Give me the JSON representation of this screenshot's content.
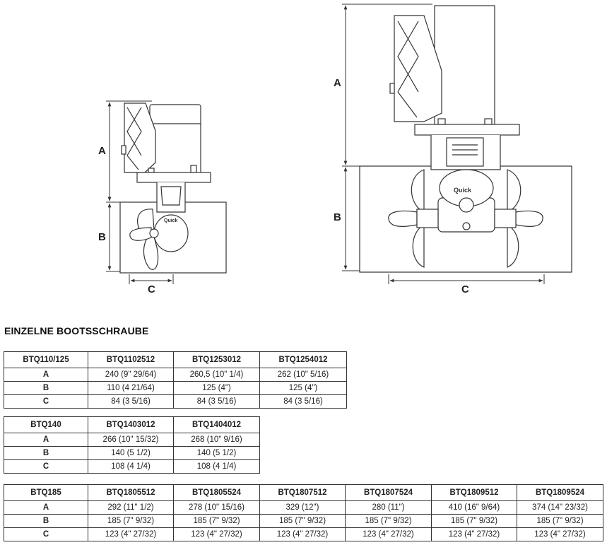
{
  "heading": "EINZELNE BOOTSSCHRAUBE",
  "drawing_labels": {
    "a": "A",
    "b": "B",
    "c": "C"
  },
  "tables": [
    {
      "model": "BTQ110/125",
      "columns": [
        "BTQ1102512",
        "BTQ1253012",
        "BTQ1254012"
      ],
      "rows": [
        {
          "label": "A",
          "values": [
            "240 (9\" 29/64)",
            "260,5 (10\" 1/4)",
            "262 (10\" 5/16)"
          ]
        },
        {
          "label": "B",
          "values": [
            "110 (4 21/64)",
            "125 (4\")",
            "125 (4\")"
          ]
        },
        {
          "label": "C",
          "values": [
            "84 (3 5/16)",
            "84 (3 5/16)",
            "84 (3 5/16)"
          ]
        }
      ]
    },
    {
      "model": "BTQ140",
      "columns": [
        "BTQ1403012",
        "BTQ1404012"
      ],
      "rows": [
        {
          "label": "A",
          "values": [
            "266 (10\" 15/32)",
            "268 (10\" 9/16)"
          ]
        },
        {
          "label": "B",
          "values": [
            "140 (5 1/2)",
            "140 (5 1/2)"
          ]
        },
        {
          "label": "C",
          "values": [
            "108 (4 1/4)",
            "108 (4 1/4)"
          ]
        }
      ]
    },
    {
      "model": "BTQ185",
      "columns": [
        "BTQ1805512",
        "BTQ1805524",
        "BTQ1807512",
        "BTQ1807524",
        "BTQ1809512",
        "BTQ1809524"
      ],
      "rows": [
        {
          "label": "A",
          "values": [
            "292 (11\" 1/2)",
            "278 (10\" 15/16)",
            "329 (12\")",
            "280 (11\")",
            "410 (16\" 9/64)",
            "374 (14\" 23/32)"
          ]
        },
        {
          "label": "B",
          "values": [
            "185 (7\" 9/32)",
            "185 (7\" 9/32)",
            "185 (7\" 9/32)",
            "185 (7\" 9/32)",
            "185 (7\" 9/32)",
            "185 (7\" 9/32)"
          ]
        },
        {
          "label": "C",
          "values": [
            "123 (4\" 27/32)",
            "123 (4\" 27/32)",
            "123 (4\" 27/32)",
            "123 (4\" 27/32)",
            "123 (4\" 27/32)",
            "123 (4\" 27/32)"
          ]
        }
      ]
    }
  ]
}
